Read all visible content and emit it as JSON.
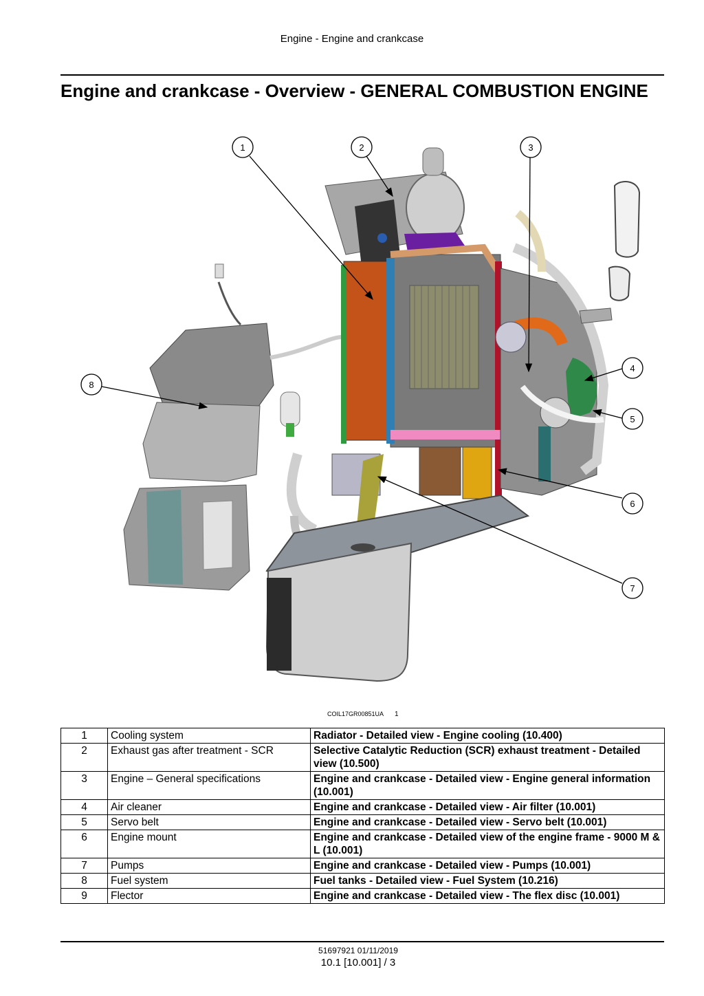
{
  "header": {
    "running_title": "Engine - Engine and crankcase"
  },
  "page_title": "Engine and crankcase - Overview - GENERAL COMBUSTION ENGINE",
  "figure": {
    "callouts": [
      "1",
      "2",
      "3",
      "4",
      "5",
      "6",
      "7",
      "8"
    ],
    "image_code": "COIL17GR00851UA",
    "figure_number": "1"
  },
  "legend": {
    "rows": [
      {
        "num": "1",
        "desc": "Cooling system",
        "ref": "Radiator - Detailed view - Engine cooling (10.400)"
      },
      {
        "num": "2",
        "desc": "Exhaust gas after treatment - SCR",
        "ref": "Selective Catalytic Reduction (SCR) exhaust treatment - Detailed view (10.500)"
      },
      {
        "num": "3",
        "desc": "Engine – General specifications",
        "ref": "Engine and crankcase - Detailed view - Engine general information (10.001)"
      },
      {
        "num": "4",
        "desc": "Air cleaner",
        "ref": "Engine and crankcase - Detailed view - Air filter (10.001)"
      },
      {
        "num": "5",
        "desc": "Servo belt",
        "ref": "Engine and crankcase - Detailed view - Servo belt (10.001)"
      },
      {
        "num": "6",
        "desc": "Engine mount",
        "ref": "Engine and crankcase - Detailed view of the engine frame - 9000 M & L (10.001)"
      },
      {
        "num": "7",
        "desc": "Pumps",
        "ref": "Engine and crankcase - Detailed view - Pumps (10.001)"
      },
      {
        "num": "8",
        "desc": "Fuel system",
        "ref": "Fuel tanks - Detailed view - Fuel System (10.216)"
      },
      {
        "num": "9",
        "desc": "Flector",
        "ref": "Engine and crankcase - Detailed view - The flex disc (10.001)"
      }
    ]
  },
  "footer": {
    "doc_code": "51697921 01/11/2019",
    "page_ref": "10.1 [10.001] / 3"
  }
}
